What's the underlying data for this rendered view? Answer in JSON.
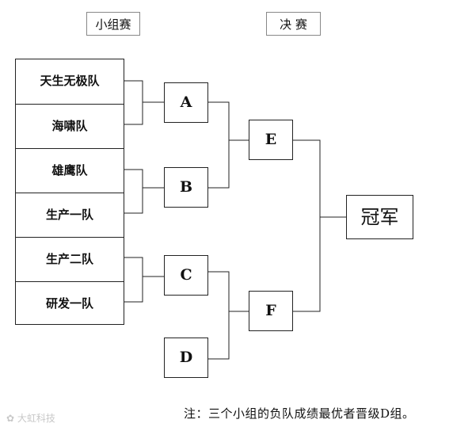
{
  "headers": {
    "group_stage": "小组赛",
    "final_stage": "决 赛"
  },
  "teams": [
    "天生无极队",
    "海啸队",
    "雄鹰队",
    "生产一队",
    "生产二队",
    "研发一队"
  ],
  "groups": {
    "a": "A",
    "b": "B",
    "c": "C",
    "d": "D"
  },
  "finals": {
    "e": "E",
    "f": "F"
  },
  "champion": "冠军",
  "footnote": "注：三个小组的负队成绩最优者晋级D组。",
  "watermark": "大虹科技"
}
